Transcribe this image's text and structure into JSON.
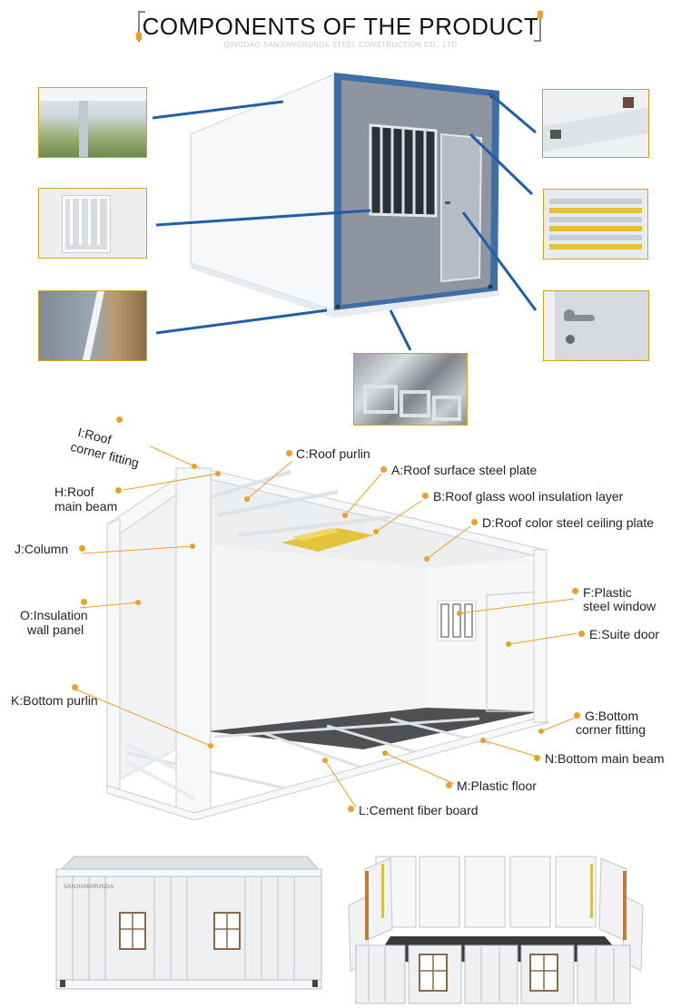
{
  "header": {
    "title": "COMPONENTS OF THE PRODUCT",
    "subtitle": "QINGDAO SANJIANGRUNDA STEEL CONSTRUCTION  CO., LTD"
  },
  "colors": {
    "accent_gold": "#f0a020",
    "callout_blue": "#1f5fa8",
    "panel_gray": "#8e94a0",
    "frame_white": "#f4f5f6"
  },
  "diagram": {
    "labels": {
      "I": {
        "line1": "I:Roof",
        "line2": "corner fitting"
      },
      "C": "C:Roof purlin",
      "H": {
        "line1": "H:Roof",
        "line2": "main beam"
      },
      "A": "A:Roof surface steel plate",
      "B": "B:Roof glass wool insulation layer",
      "D": "D:Roof color steel ceiling plate",
      "J": "J:Column",
      "O": {
        "line1": "O:Insulation",
        "line2": "wall panel"
      },
      "F": {
        "line1": "F:Plastic",
        "line2": "steel window"
      },
      "E": "E:Suite door",
      "K": "K:Bottom purlin",
      "G": {
        "line1": "G:Bottom",
        "line2": "corner fitting"
      },
      "N": "N:Bottom main beam",
      "M": "M:Plastic floor",
      "L": "L:Cement fiber board"
    }
  },
  "bottom_container": {
    "plate_text": "SANJIANGRUNDA"
  }
}
